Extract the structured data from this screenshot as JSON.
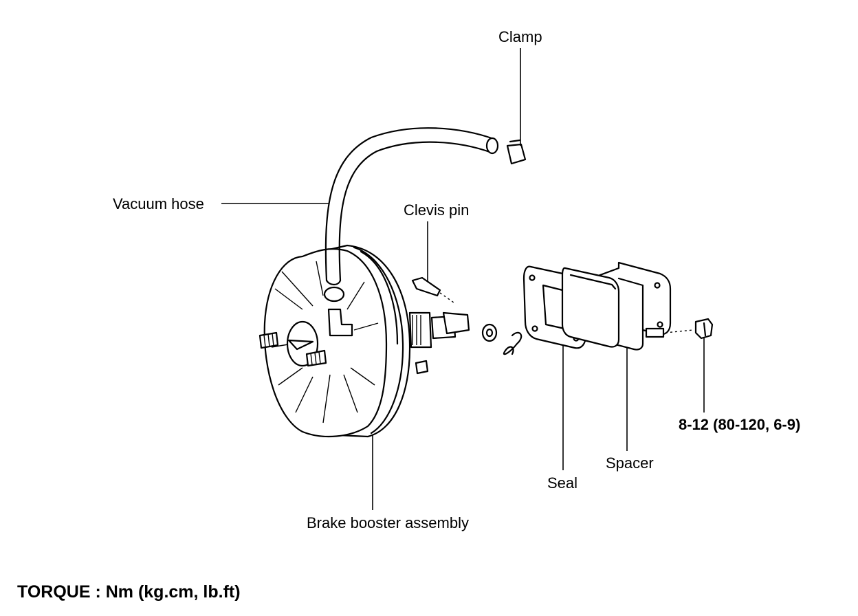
{
  "labels": {
    "clamp": "Clamp",
    "vacuum_hose": "Vacuum hose",
    "clevis_pin": "Clevis pin",
    "torque_value": "8-12 (80-120, 6-9)",
    "spacer": "Spacer",
    "seal": "Seal",
    "brake_booster": "Brake booster assembly"
  },
  "footer": {
    "torque_units": "TORQUE : Nm (kg.cm, lb.ft)"
  }
}
